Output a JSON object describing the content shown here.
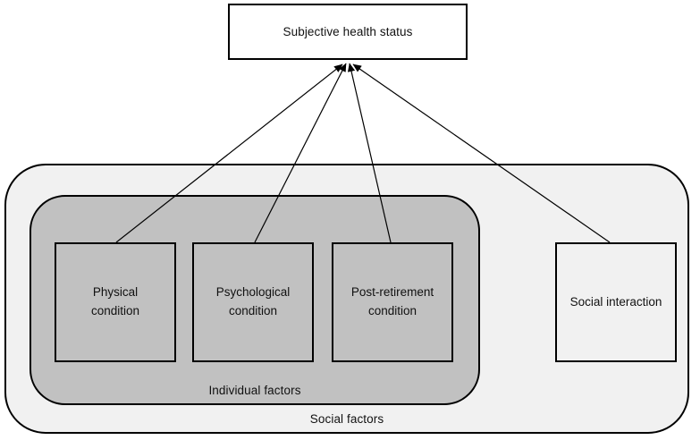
{
  "diagram": {
    "outcome_box": {
      "label": "Subjective health status"
    },
    "containers": {
      "social": {
        "label": "Social factors",
        "fill": "#f1f1f1"
      },
      "individual": {
        "label": "Individual factors",
        "fill": "#c1c1c1"
      }
    },
    "factor_boxes": [
      {
        "label": "Physical condition",
        "group": "Individual factors"
      },
      {
        "label": "Psychological condition",
        "group": "Individual factors"
      },
      {
        "label": "Post-retirement condition",
        "group": "Individual factors"
      },
      {
        "label": "Social interaction",
        "group": "Social factors"
      }
    ],
    "arrows": [
      {
        "from": "Physical condition",
        "to": "Subjective health status"
      },
      {
        "from": "Psychological condition",
        "to": "Subjective health status"
      },
      {
        "from": "Post-retirement condition",
        "to": "Subjective health status"
      },
      {
        "from": "Social interaction",
        "to": "Subjective health status"
      }
    ],
    "colors": {
      "background": "#ffffff",
      "outcome_fill": "#ffffff",
      "individual_fill": "#c1c1c1",
      "social_fill": "#f1f1f1",
      "border": "#000000",
      "arrow": "#000000",
      "text": "#111111"
    }
  }
}
